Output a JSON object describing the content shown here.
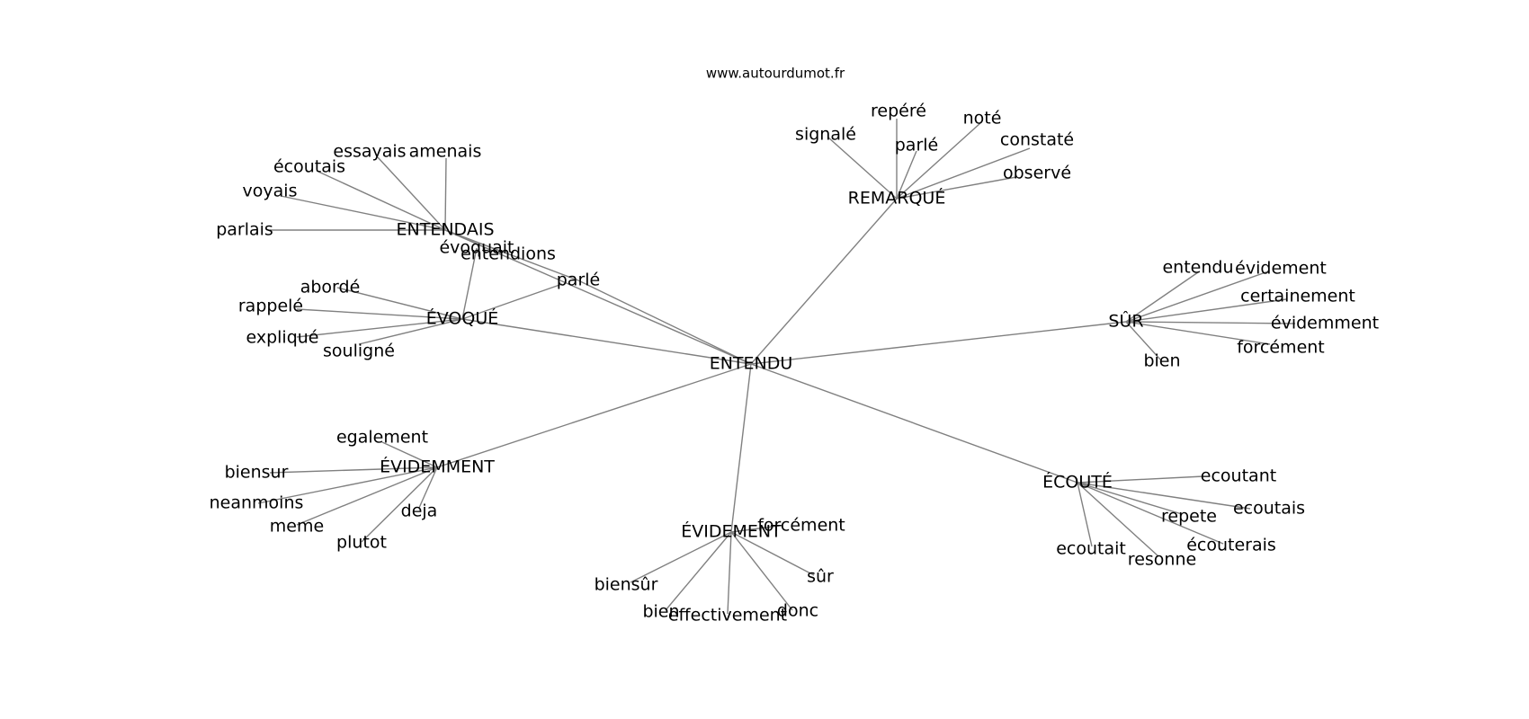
{
  "source_url": "www.autourdumot.fr",
  "colors": {
    "edge": "#808080",
    "text": "#000000",
    "background": "#ffffff"
  },
  "graph": {
    "center": "ENTENDU",
    "hubs": [
      {
        "id": "remarque",
        "label": "REMARQUÉ",
        "leaves": [
          "signalé",
          "repéré",
          "parlé",
          "noté",
          "constaté",
          "observé"
        ]
      },
      {
        "id": "entendais",
        "label": "ENTENDAIS",
        "leaves": [
          "essayais",
          "amenais",
          "écoutais",
          "voyais",
          "parlais",
          "évoquait",
          "entendions"
        ]
      },
      {
        "id": "evoque",
        "label": "ÉVOQUÉ",
        "leaves": [
          "abordé",
          "rappelé",
          "expliqué",
          "souligné",
          "parlé"
        ]
      },
      {
        "id": "sur",
        "label": "SÛR",
        "leaves": [
          "entendu",
          "évidement",
          "certainement",
          "évidemment",
          "forcément",
          "bien"
        ]
      },
      {
        "id": "evidemment",
        "label": "ÉVIDEMMENT",
        "leaves": [
          "egalement",
          "biensur",
          "neanmoins",
          "meme",
          "plutot",
          "deja"
        ]
      },
      {
        "id": "evidement",
        "label": "ÉVIDEMENT",
        "leaves": [
          "forcément",
          "biensûr",
          "bien",
          "effectivement",
          "donc",
          "sûr"
        ]
      },
      {
        "id": "ecoute",
        "label": "ÉCOUTÉ",
        "leaves": [
          "ecoutant",
          "ecoutais",
          "repete",
          "écouterais",
          "resonne",
          "ecoutait"
        ]
      }
    ]
  }
}
